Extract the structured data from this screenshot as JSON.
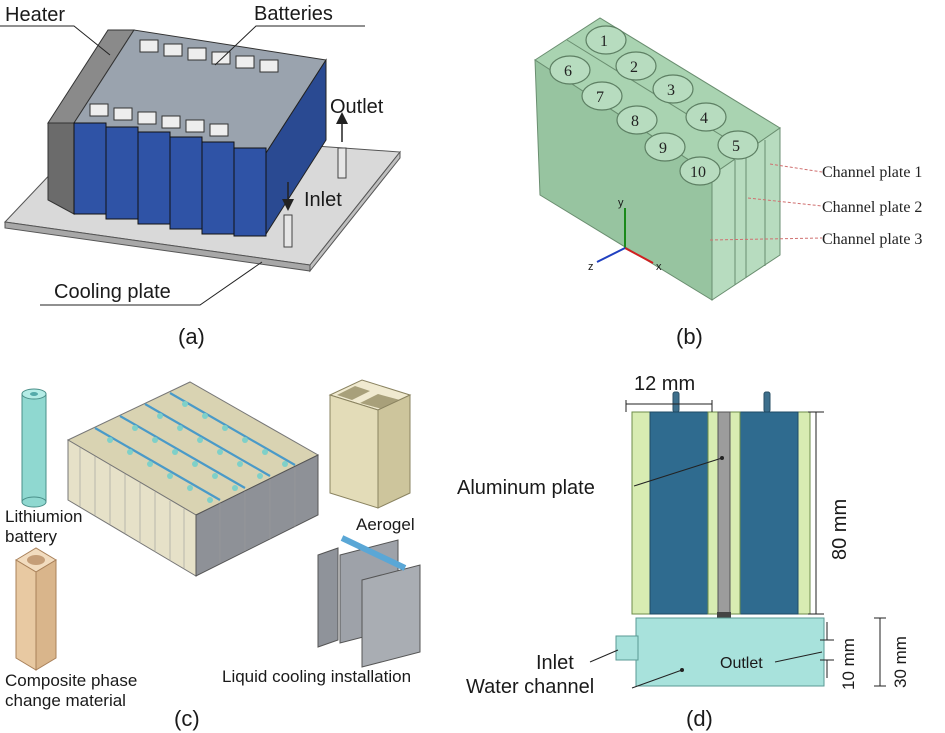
{
  "panel_a": {
    "label": "(a)",
    "heater": "Heater",
    "batteries": "Batteries",
    "outlet": "Outlet",
    "inlet": "Inlet",
    "cooling_plate": "Cooling plate"
  },
  "panel_b": {
    "label": "(b)",
    "cells": [
      "1",
      "2",
      "3",
      "4",
      "5",
      "6",
      "7",
      "8",
      "9",
      "10"
    ],
    "channel_plate_1": "Channel plate 1",
    "channel_plate_2": "Channel plate 2",
    "channel_plate_3": "Channel plate 3",
    "axis_x": "x",
    "axis_y": "y",
    "axis_z": "z"
  },
  "panel_c": {
    "label": "(c)",
    "battery_line1": "Lithiumion",
    "battery_line2": "battery",
    "pcm_line1": "Composite phase",
    "pcm_line2": "change material",
    "aerogel": "Aerogel",
    "liquid_cooling": "Liquid cooling installation"
  },
  "panel_d": {
    "label": "(d)",
    "width_dim": "12 mm",
    "aluminum_plate": "Aluminum plate",
    "height_dim": "80 mm",
    "inlet": "Inlet",
    "outlet": "Outlet",
    "water_channel": "Water channel",
    "dim_10": "10 mm",
    "dim_30": "30 mm"
  },
  "colors": {
    "battery_blue": "#2c4f9e",
    "cell_cyan": "#8fd8d0",
    "channel_green": "#a9d3b1",
    "pcm_tan": "#e8c9a2",
    "aerogel_beige": "#e3dcb8",
    "plate_grey": "#b8bec6"
  }
}
